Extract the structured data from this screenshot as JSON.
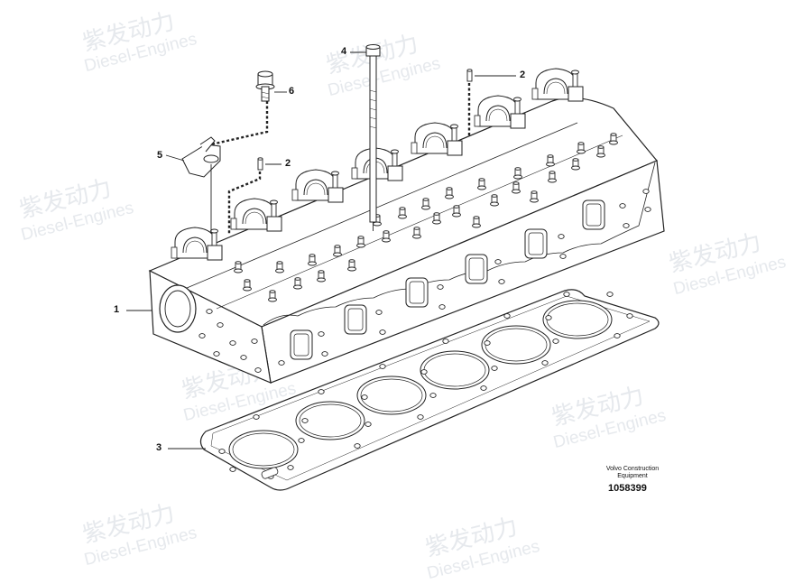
{
  "callouts": {
    "c1": "1",
    "c2a": "2",
    "c2b": "2",
    "c3": "3",
    "c4": "4",
    "c5": "5",
    "c6": "6"
  },
  "credit": {
    "line1": "Volvo Construction",
    "line2": "Equipment",
    "drawing_number": "1058399"
  },
  "watermark": {
    "brand": "紫发动力",
    "sub": "Diesel-Engines",
    "color": "#e6e9ed"
  }
}
